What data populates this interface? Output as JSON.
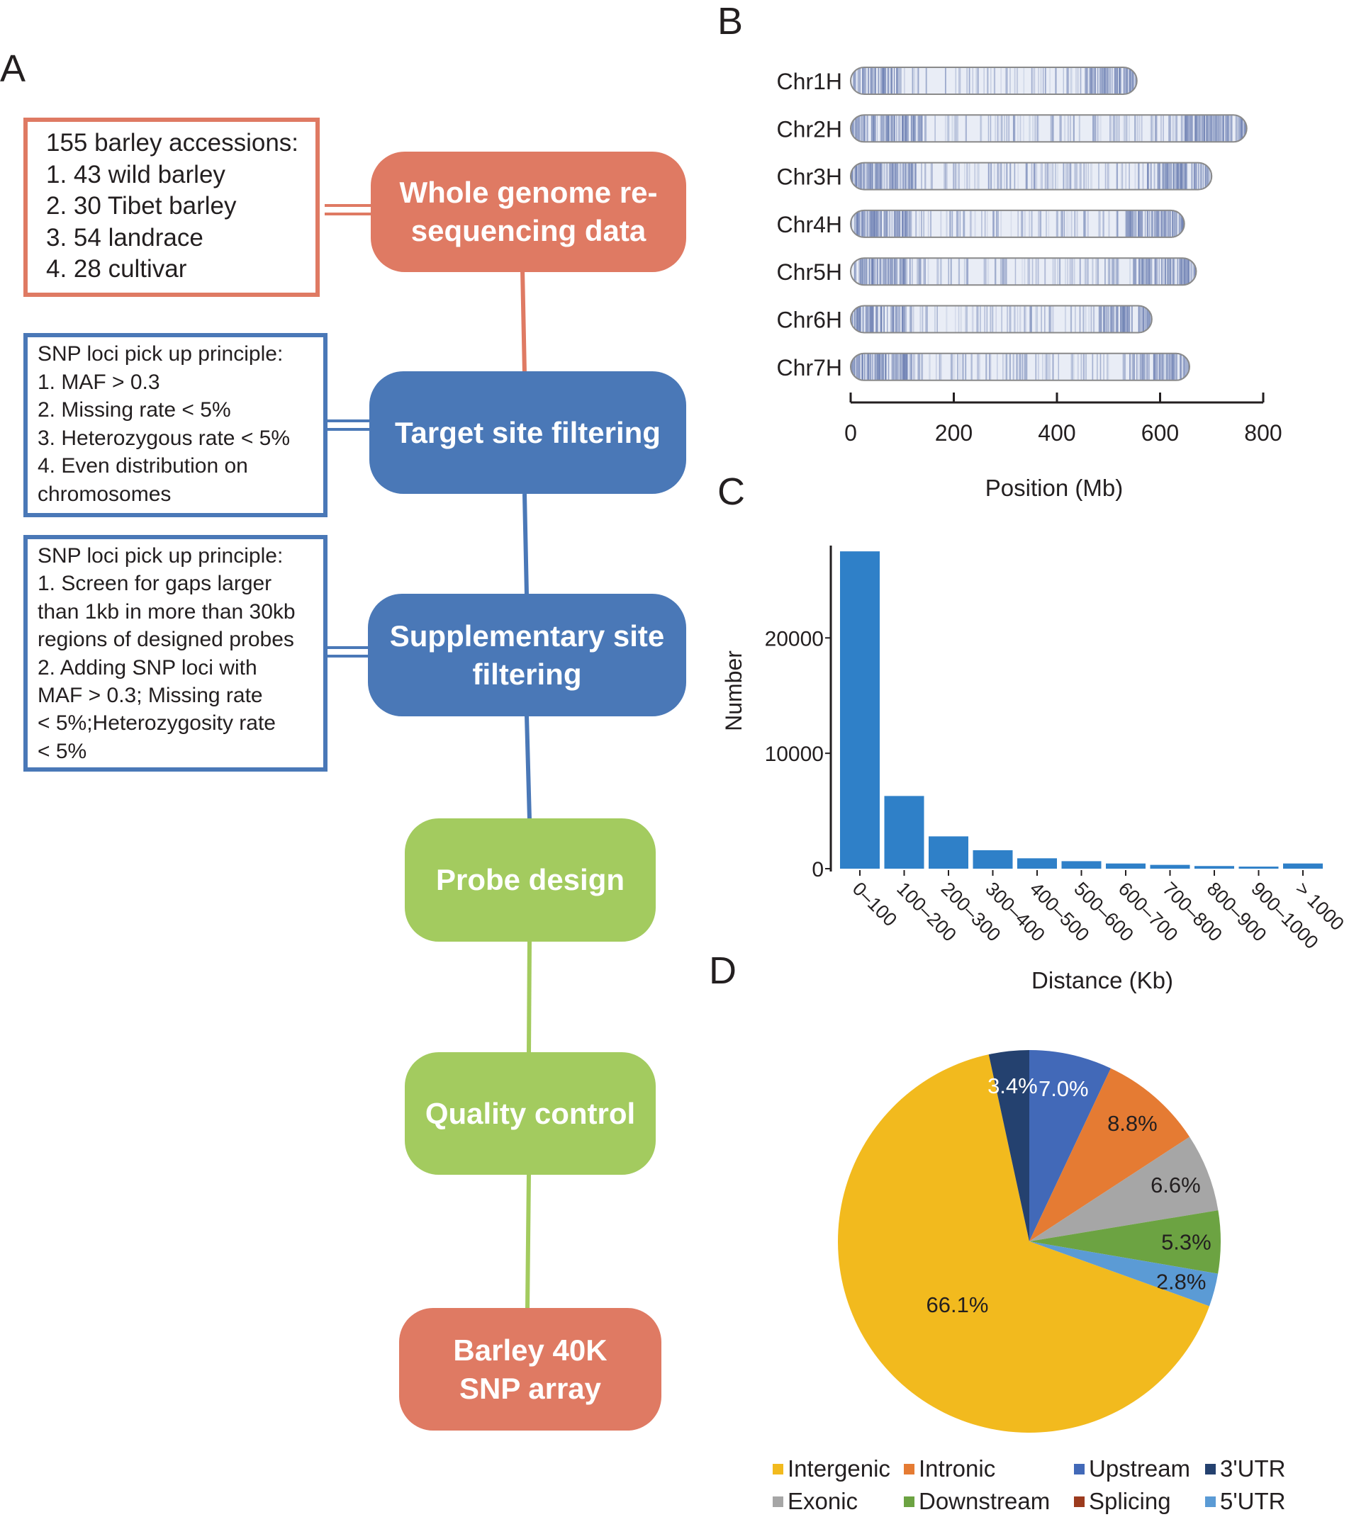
{
  "panels": {
    "a": "A",
    "b": "B",
    "c": "C",
    "d": "D"
  },
  "flow": {
    "nodes": [
      {
        "id": "wgs",
        "lines": [
          "Whole genome re-",
          "sequencing data"
        ],
        "color": "#df7a63"
      },
      {
        "id": "target",
        "lines": [
          "Target site filtering"
        ],
        "color": "#4a78b7"
      },
      {
        "id": "supp",
        "lines": [
          "Supplementary site",
          "filtering"
        ],
        "color": "#4a78b7"
      },
      {
        "id": "probe",
        "lines": [
          "Probe design"
        ],
        "color": "#a3cb5f"
      },
      {
        "id": "qc",
        "lines": [
          "Quality control"
        ],
        "color": "#a3cb5f"
      },
      {
        "id": "array",
        "lines": [
          "Barley 40K",
          "SNP array"
        ],
        "color": "#df7a63"
      }
    ],
    "boxes": [
      {
        "id": "accessions",
        "border": "#df7a63",
        "lines": [
          "155 barley accessions:",
          "1. 43 wild barley",
          "2. 30 Tibet barley",
          "3. 54 landrace",
          "4. 28 cultivar"
        ]
      },
      {
        "id": "principle1",
        "border": "#4a78b7",
        "lines": [
          "SNP loci pick up principle:",
          "1. MAF > 0.3",
          "2. Missing rate < 5%",
          "3. Heterozygous rate < 5%",
          "4. Even distribution on",
          "chromosomes"
        ]
      },
      {
        "id": "principle2",
        "border": "#4a78b7",
        "lines": [
          "SNP loci pick up principle:",
          "1. Screen for gaps larger",
          "than 1kb in more than 30kb",
          "regions of designed probes",
          "2. Adding SNP loci with",
          "MAF > 0.3; Missing rate",
          "< 5%;Heterozygosity rate",
          "< 5%"
        ]
      }
    ]
  },
  "chromosomes": {
    "items": [
      {
        "name": "Chr1H",
        "length": 555
      },
      {
        "name": "Chr2H",
        "length": 768
      },
      {
        "name": "Chr3H",
        "length": 700
      },
      {
        "name": "Chr4H",
        "length": 647
      },
      {
        "name": "Chr5H",
        "length": 670
      },
      {
        "name": "Chr6H",
        "length": 584
      },
      {
        "name": "Chr7H",
        "length": 657
      }
    ],
    "ticks": [
      0,
      200,
      400,
      600,
      800
    ],
    "xlabel": "Position (Mb)",
    "fill_color": "#e9edf6",
    "band_color": "#5a6fa8"
  },
  "chart_data": [
    {
      "type": "bar",
      "categories": [
        "0–100",
        "100–200",
        "200–300",
        "300–400",
        "400–500",
        "500–600",
        "600–700",
        "700–800",
        "800–900",
        "900–1000",
        "> 1000"
      ],
      "values": [
        27500,
        6300,
        2800,
        1600,
        900,
        650,
        450,
        330,
        230,
        180,
        450
      ],
      "xlabel": "Distance (Kb)",
      "ylabel": "Number",
      "yticks": [
        0,
        10000,
        20000
      ],
      "ylim": [
        0,
        28000
      ],
      "color": "#2f80c8"
    },
    {
      "type": "pie",
      "slices": [
        {
          "name": "Upstream",
          "value": 7.0,
          "label": "7.0%",
          "color": "#4269b8",
          "label_color": "#ffffff"
        },
        {
          "name": "Intronic",
          "value": 8.8,
          "label": "8.8%",
          "color": "#e57b33",
          "label_color": "#231f20"
        },
        {
          "name": "Exonic",
          "value": 6.6,
          "label": "6.6%",
          "color": "#a6a6a6",
          "label_color": "#231f20"
        },
        {
          "name": "Downstream",
          "value": 5.3,
          "label": "5.3%",
          "color": "#6ca342",
          "label_color": "#231f20"
        },
        {
          "name": "5'UTR",
          "value": 2.8,
          "label": "2.8%",
          "color": "#5b9bd5",
          "label_color": "#231f20"
        },
        {
          "name": "Splicing",
          "value": 0.0,
          "label": "",
          "color": "#9c3b1e",
          "label_color": "#231f20"
        },
        {
          "name": "Intergenic",
          "value": 66.1,
          "label": "66.1%",
          "color": "#f2ba1e",
          "label_color": "#231f20"
        },
        {
          "name": "3'UTR",
          "value": 3.4,
          "label": "3.4%",
          "color": "#24416f",
          "label_color": "#ffffff"
        }
      ],
      "legend": [
        {
          "name": "Intergenic",
          "color": "#f2ba1e"
        },
        {
          "name": "Intronic",
          "color": "#e57b33"
        },
        {
          "name": "Upstream",
          "color": "#4269b8"
        },
        {
          "name": "3'UTR",
          "color": "#24416f"
        },
        {
          "name": "Exonic",
          "color": "#a6a6a6"
        },
        {
          "name": "Downstream",
          "color": "#6ca342"
        },
        {
          "name": "Splicing",
          "color": "#9c3b1e"
        },
        {
          "name": "5'UTR",
          "color": "#5b9bd5"
        }
      ],
      "legend_placement": "bottom"
    }
  ]
}
